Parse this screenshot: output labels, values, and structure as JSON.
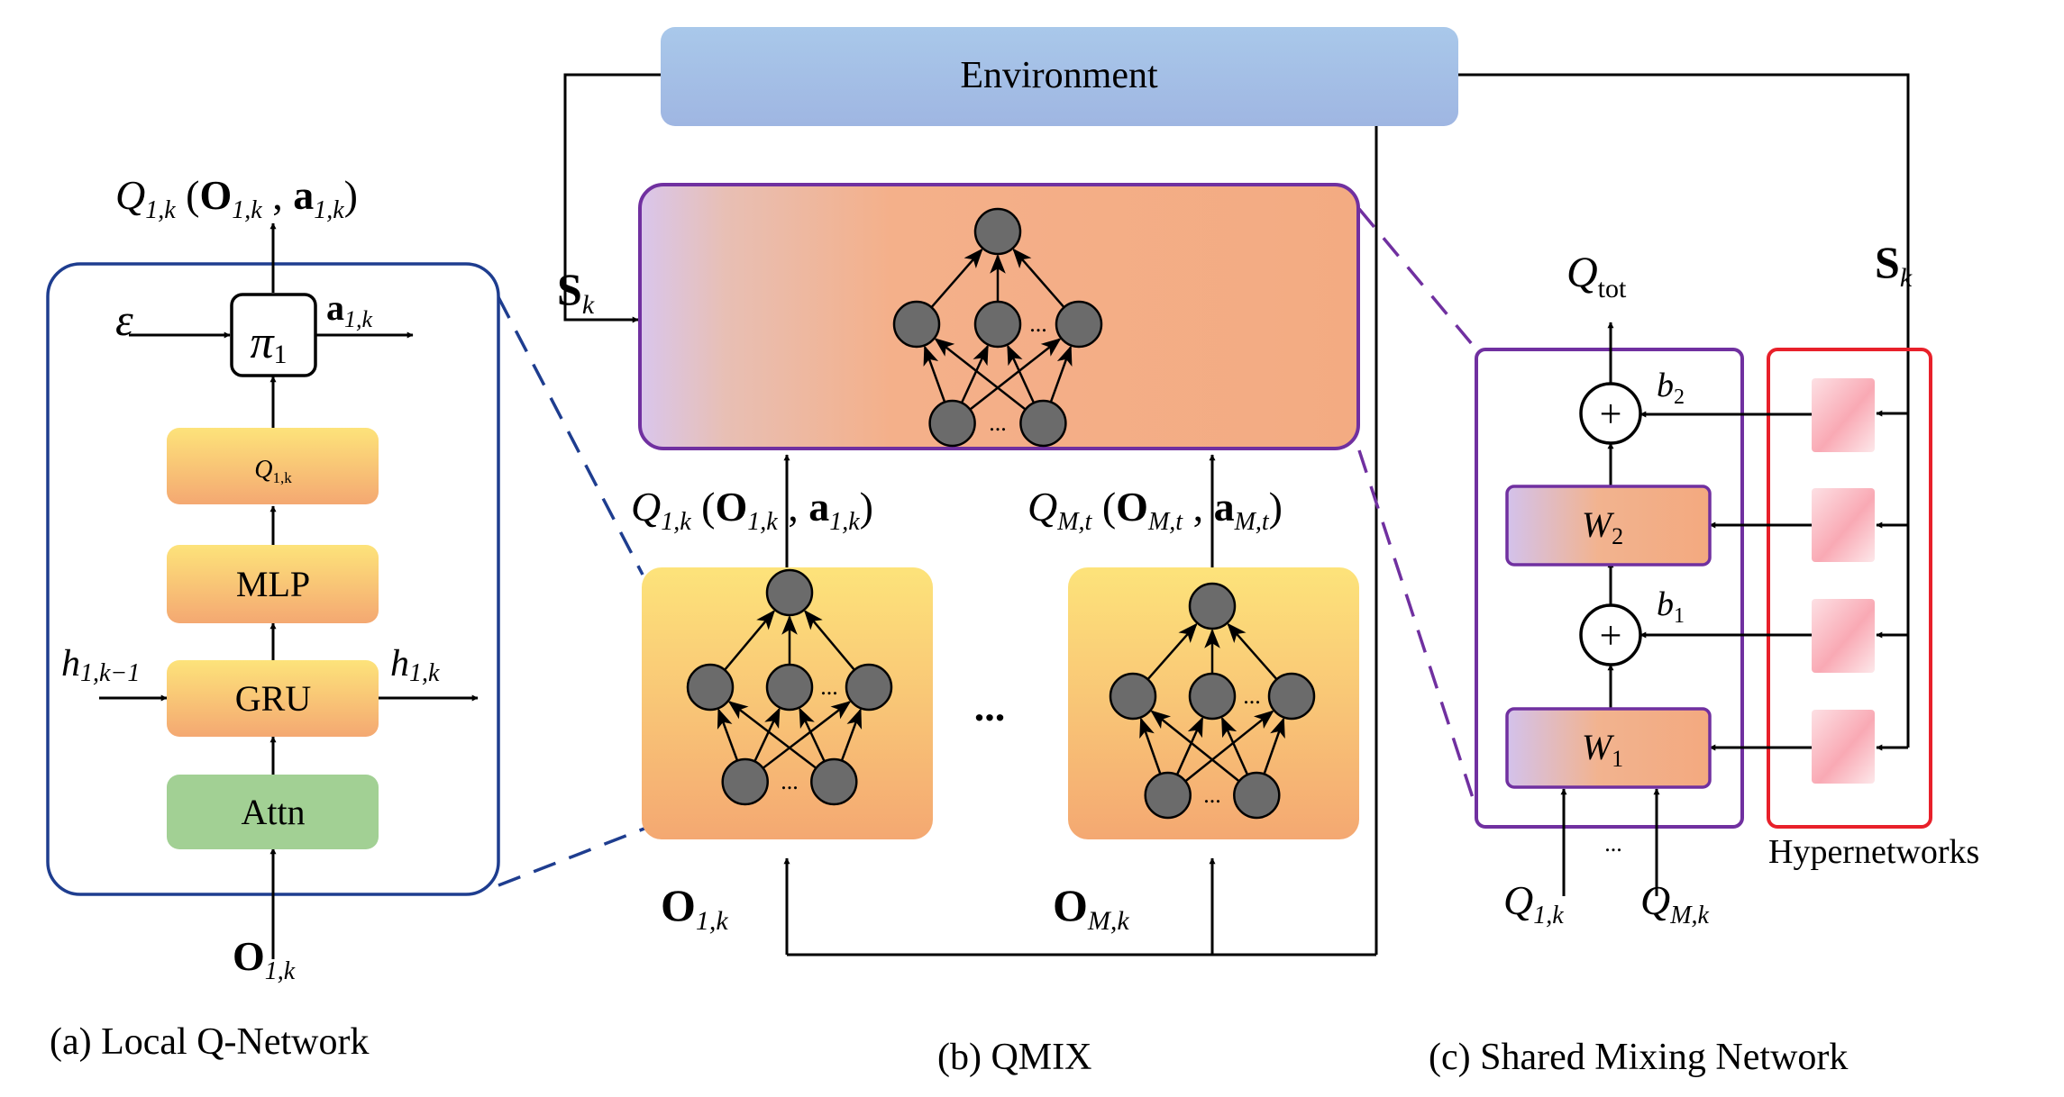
{
  "environment": {
    "label": "Environment"
  },
  "panel_a": {
    "caption": "(a) Local Q-Network",
    "blocks": {
      "q_block": "Q",
      "q_block_sub": "1,k",
      "mlp": "MLP",
      "gru": "GRU",
      "attn": "Attn"
    },
    "policy": {
      "symbol": "π",
      "sub": "1"
    },
    "epsilon": "ε",
    "action": {
      "main": "a",
      "sub": "1,k"
    },
    "hidden_in": {
      "main": "h",
      "sub": "1,k−1"
    },
    "hidden_out": {
      "main": "h",
      "sub": "1,k"
    },
    "obs": {
      "main": "O",
      "sub": "1,k"
    },
    "output": {
      "q": "Q",
      "qsub": "1,k",
      "open": " (",
      "o": "O",
      "osub": "1,k",
      "comma": " , ",
      "a": "a",
      "asub": "1,k",
      "close": ")"
    }
  },
  "panel_b": {
    "caption": "(b) QMIX",
    "state": {
      "main": "S",
      "sub": "k"
    },
    "ellipsis": "...",
    "node_ellipsis": "...",
    "q1": {
      "q": "Q",
      "qsub": "1,k",
      "open": " (",
      "o": "O",
      "osub": "1,k",
      "comma": " , ",
      "a": "a",
      "asub": "1,k",
      "close": ")"
    },
    "qm": {
      "q": "Q",
      "qsub": "M,t",
      "open": " (",
      "o": "O",
      "osub": "M,t",
      "comma": " , ",
      "a": "a",
      "asub": "M,t",
      "close": ")"
    },
    "obs1": {
      "main": "O",
      "sub": "1,k"
    },
    "obsm": {
      "main": "O",
      "sub": "M,k"
    }
  },
  "panel_c": {
    "caption": "(c) Shared Mixing Network",
    "qtot": {
      "main": "Q",
      "sub": "tot"
    },
    "state": {
      "main": "S",
      "sub": "k"
    },
    "plus": "+",
    "b2": {
      "main": "b",
      "sub": "2"
    },
    "b1": {
      "main": "b",
      "sub": "1"
    },
    "w2": {
      "main": "W",
      "sub": "2"
    },
    "w1": {
      "main": "W",
      "sub": "1"
    },
    "ellipsis": "...",
    "q_in1": {
      "main": "Q",
      "sub": "1,k"
    },
    "q_inm": {
      "main": "Q",
      "sub": "M,k"
    },
    "hypernetworks": "Hypernetworks"
  }
}
